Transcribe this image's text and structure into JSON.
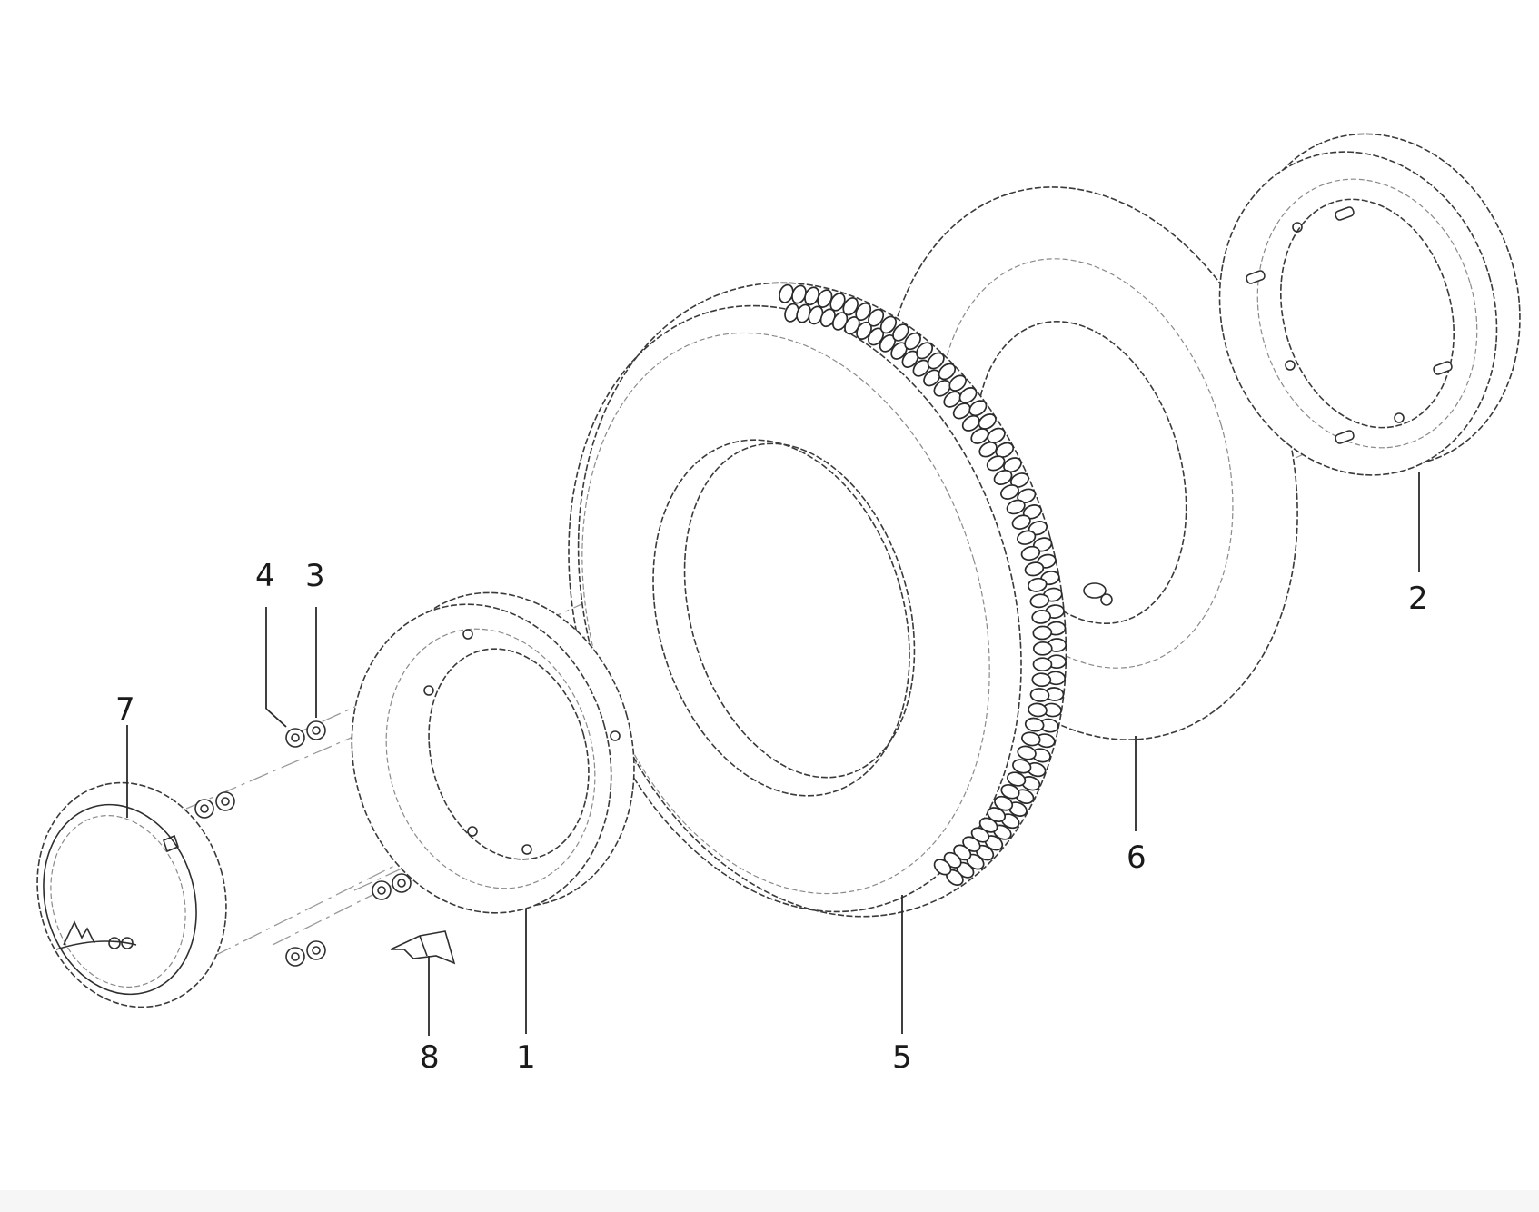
{
  "callouts": [
    {
      "id": "1",
      "label": "1",
      "part": "inner-rim-half"
    },
    {
      "id": "2",
      "label": "2",
      "part": "outer-rim-half"
    },
    {
      "id": "3",
      "label": "3",
      "part": "nut"
    },
    {
      "id": "4",
      "label": "4",
      "part": "washer"
    },
    {
      "id": "5",
      "label": "5",
      "part": "tyre"
    },
    {
      "id": "6",
      "label": "6",
      "part": "inner-tube"
    },
    {
      "id": "7",
      "label": "7",
      "part": "hub-cover"
    },
    {
      "id": "8",
      "label": "8",
      "part": "clip"
    }
  ],
  "colors": {
    "line": "#2f2f2f",
    "axis": "#9a9a9a",
    "background": "#ffffff"
  }
}
